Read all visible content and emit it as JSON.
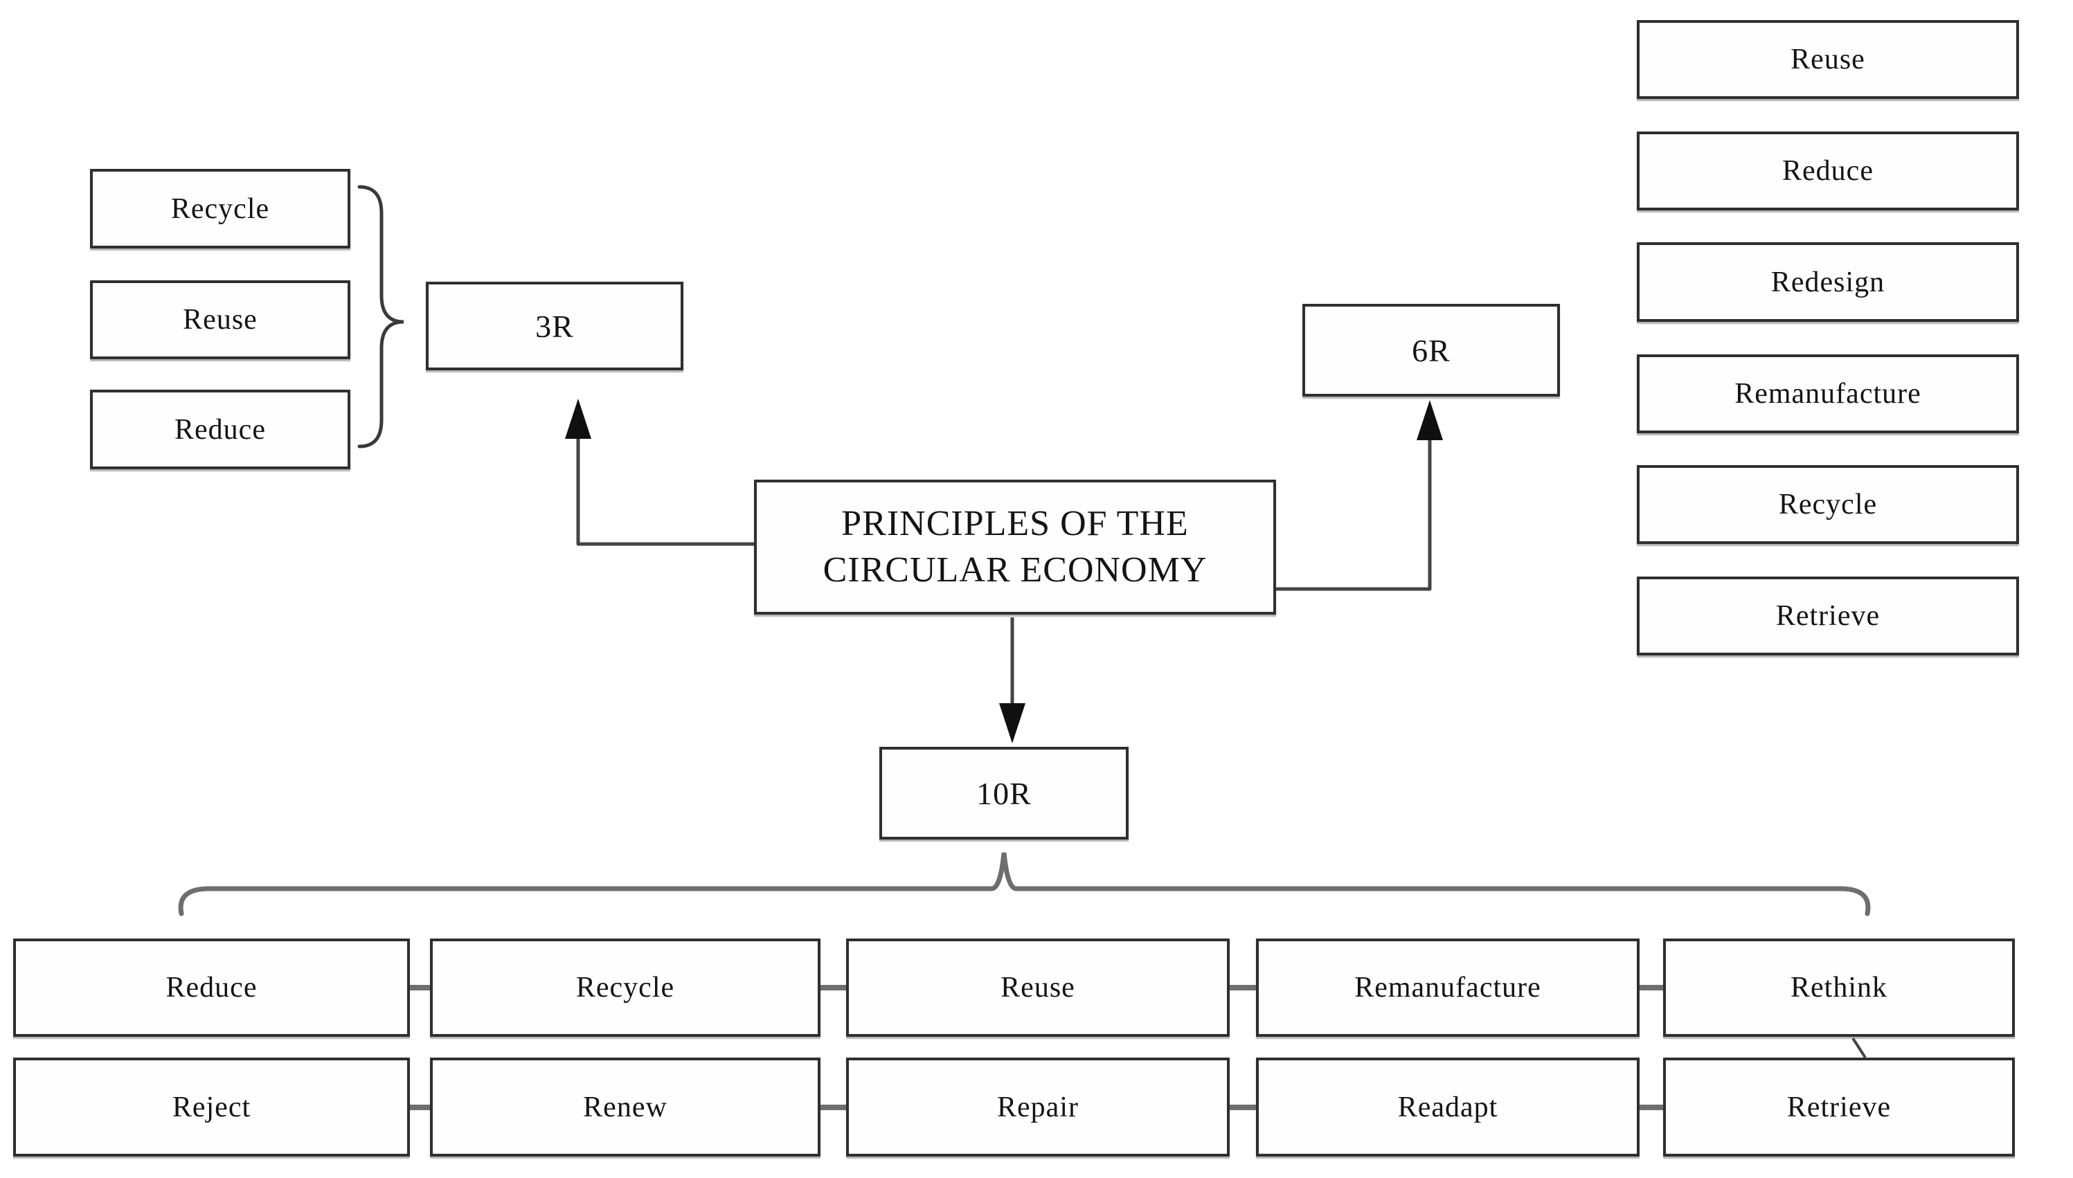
{
  "canvas": {
    "background": "#ffffff",
    "ink": "#141414",
    "border_color": "#2f2f2f",
    "connector_color": "#444444",
    "brace_color": "#6e6e6e"
  },
  "center": {
    "title_line1": "PRINCIPLES OF THE",
    "title_line2": "CIRCULAR ECONOMY"
  },
  "r3": {
    "label": "3R",
    "items": [
      "Recycle",
      "Reuse",
      "Reduce"
    ]
  },
  "r6": {
    "label": "6R",
    "items": [
      "Reuse",
      "Reduce",
      "Redesign",
      "Remanufacture",
      "Recycle",
      "Retrieve"
    ]
  },
  "r10": {
    "label": "10R",
    "row1": [
      "Reduce",
      "Recycle",
      "Reuse",
      "Remanufacture",
      "Rethink"
    ],
    "row2": [
      "Reject",
      "Renew",
      "Repair",
      "Readapt",
      "Retrieve"
    ]
  }
}
